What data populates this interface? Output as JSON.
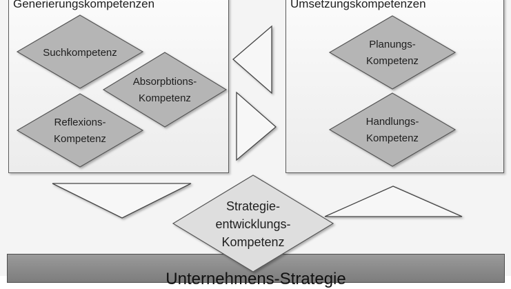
{
  "groups": {
    "generation": {
      "title": "Generierungskompetenzen",
      "items": {
        "such": "Suchkompetenz",
        "absorption": [
          "Absorpbtions-",
          "Kompetenz"
        ],
        "reflexion": [
          "Reflexions-",
          "Kompetenz"
        ]
      }
    },
    "implementation": {
      "title": "Umsetzungskompetenzen",
      "items": {
        "planung": [
          "Planungs-",
          "Kompetenz"
        ],
        "handlung": [
          "Handlungs-",
          "Kompetenz"
        ]
      }
    }
  },
  "center": [
    "Strategie-",
    "entwicklungs-",
    "Kompetenz"
  ],
  "bottom_bar": "Unternehmens-Strategie",
  "colors": {
    "diamond_fill": "#b5b5b5",
    "center_fill": "#dedede",
    "bar_fill": "#8a8a8a",
    "border": "#5a5a5a"
  }
}
